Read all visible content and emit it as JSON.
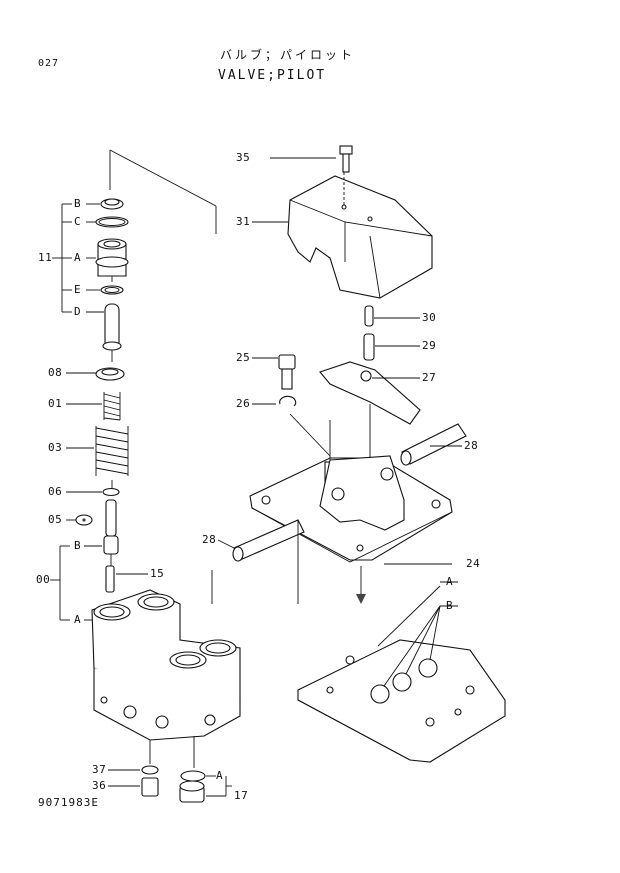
{
  "header": {
    "page_code": "027",
    "title_jp": "バルブ；パイロット",
    "title_en": "VALVE;PILOT"
  },
  "footer": {
    "drawing_number": "9071983E"
  },
  "callouts": {
    "c35": "35",
    "c31": "31",
    "c30": "30",
    "c29": "29",
    "c25": "25",
    "c27": "27",
    "c26": "26",
    "c28a": "28",
    "c28b": "28",
    "c24": "24",
    "cA_right": "A",
    "cB_right": "B",
    "cB1": "B",
    "cC": "C",
    "c11": "11",
    "cA1": "A",
    "cE": "E",
    "cD": "D",
    "c08": "08",
    "c01": "01",
    "c03": "03",
    "c06": "06",
    "c05": "05",
    "cB2": "B",
    "c00": "00",
    "c15": "15",
    "cA2": "A",
    "c37": "37",
    "c36": "36",
    "cA3": "A",
    "c17": "17"
  }
}
